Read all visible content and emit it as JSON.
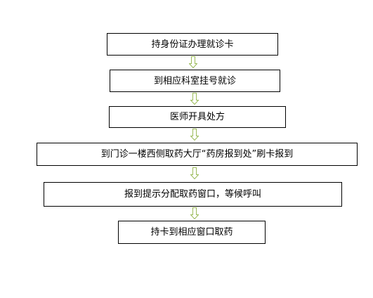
{
  "flow": {
    "steps": [
      "持身份证办理就诊卡",
      "到相应科室挂号就诊",
      "医师开具处方",
      "到门诊一楼西侧取药大厅“药房报到处”刷卡报到",
      "报到提示分配取药窗口，等候呼叫",
      "持卡到相应窗口取药"
    ]
  },
  "colors": {
    "box_border": "#000000",
    "arrow_stroke": "#9bbb59",
    "arrow_fill": "#ffffff"
  },
  "icons": {
    "connector": "down-arrow-icon"
  }
}
